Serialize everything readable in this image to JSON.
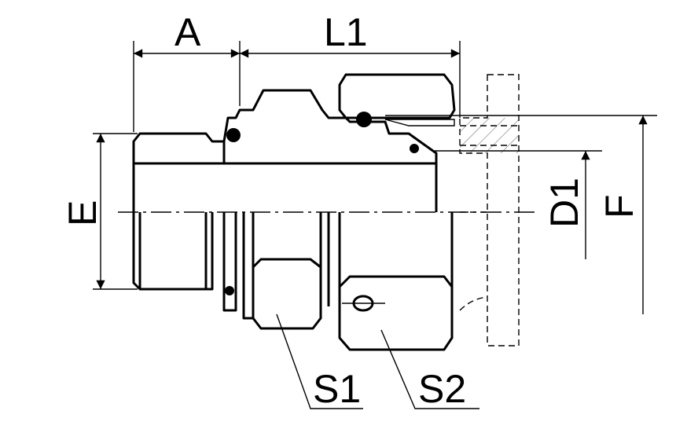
{
  "labels": {
    "a": "A",
    "l1": "L1",
    "e": "E",
    "d1": "D1",
    "f": "F",
    "s1": "S1",
    "s2": "S2"
  }
}
